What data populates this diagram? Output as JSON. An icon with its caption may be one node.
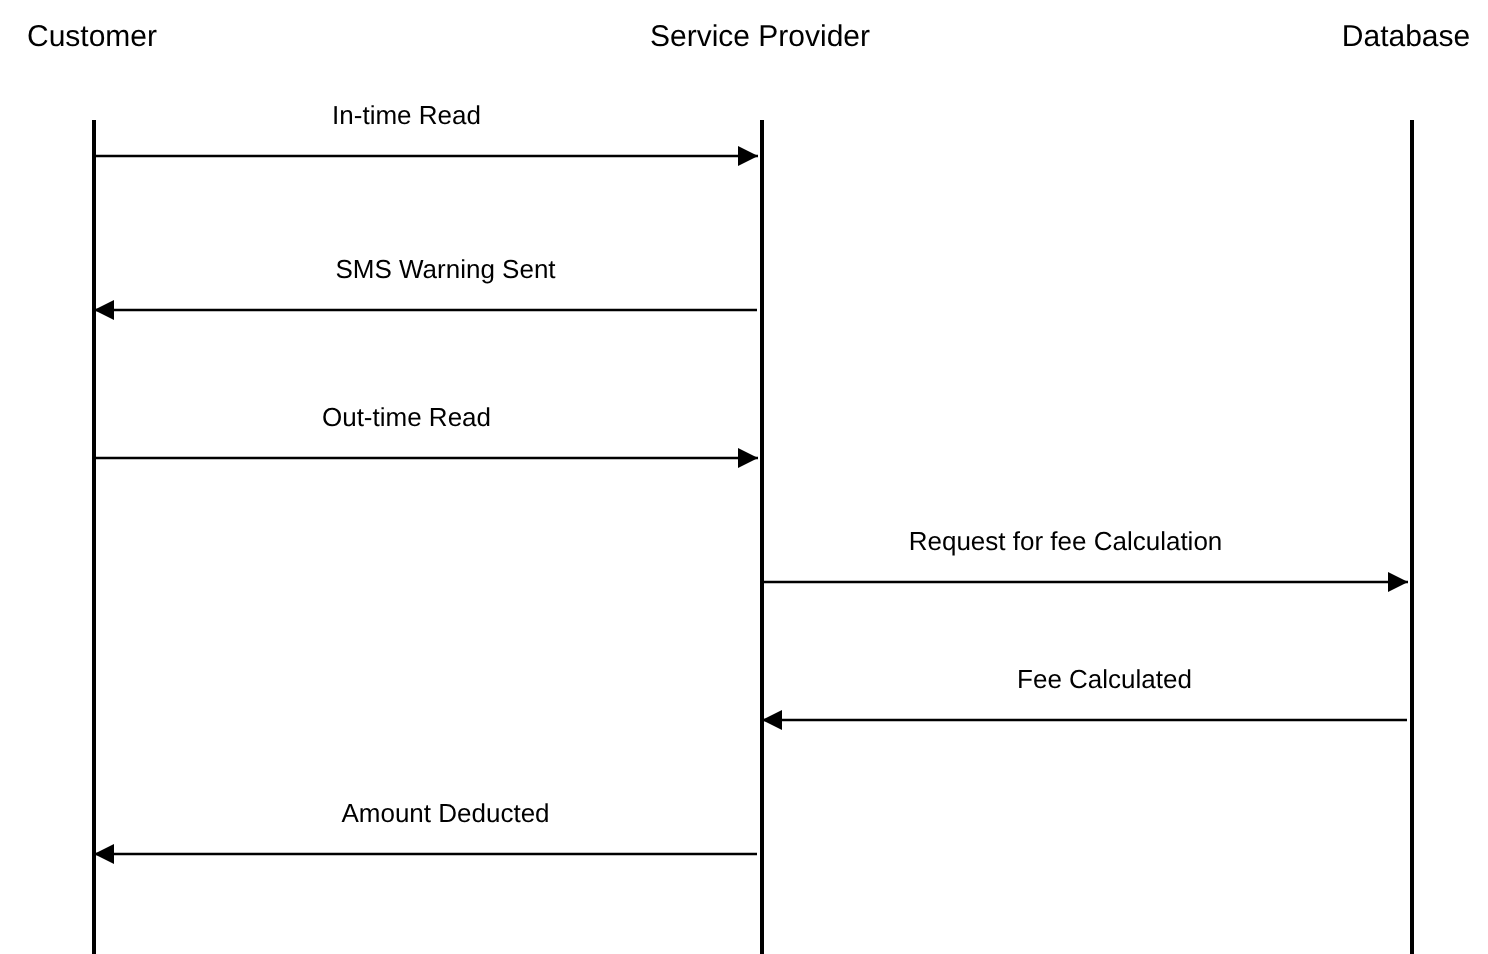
{
  "diagram": {
    "nodes": [
      {
        "text": [
          "Customer"
        ]
      },
      {
        "text": [
          "Service Provider"
        ]
      },
      {
        "text": [
          "Database"
        ]
      }
    ],
    "edges": [
      {
        "from": 0,
        "to": 1,
        "arrow": "to",
        "label": "In-time Read"
      },
      {
        "from": 1,
        "to": 0,
        "arrow": "to",
        "label": "SMS Warning Sent"
      },
      {
        "from": 0,
        "to": 1,
        "arrow": "to",
        "label": "Out-time Read"
      },
      {
        "from": 1,
        "to": 2,
        "arrow": "to",
        "label": "Request for fee Calculation"
      },
      {
        "from": 2,
        "to": 1,
        "arrow": "to",
        "label": "Fee Calculated"
      },
      {
        "from": 1,
        "to": 0,
        "arrow": "to",
        "label": "Amount Deducted"
      }
    ]
  }
}
